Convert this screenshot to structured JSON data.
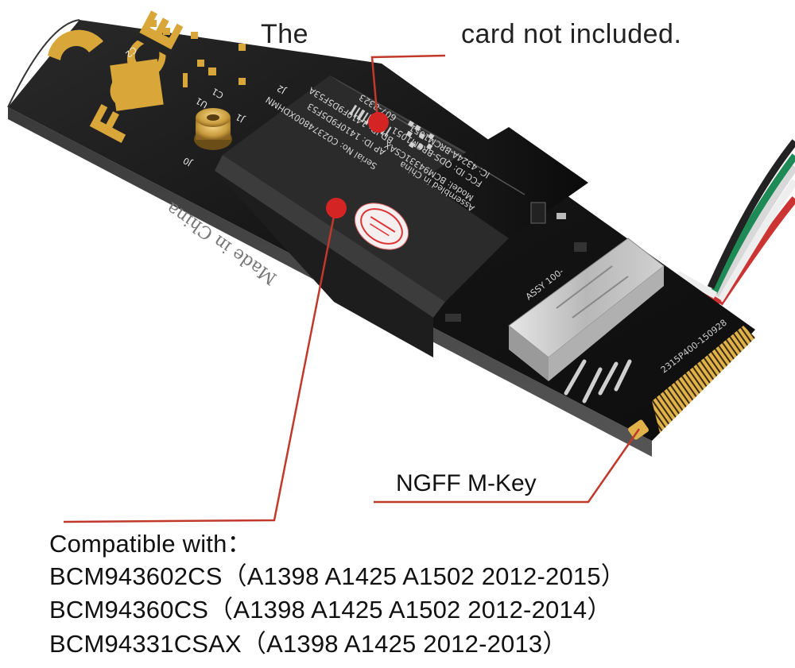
{
  "callouts": {
    "the": "The",
    "card_not_included": "card not included.",
    "ngff": "NGFF M-Key"
  },
  "compatibility": {
    "heading": "Compatible with：",
    "models": [
      "BCM943602CS（A1398 A1425 A1502 2012-2015）",
      "BCM94360CS（A1398 A1425 A1502 2012-2014）",
      "BCM94331CSAX（A1398 A1425 2012-2013）"
    ]
  },
  "board_print": {
    "made_in": "Made in China",
    "fcc_logo": "FCCE",
    "card_model": "Model: BCM94331CSAX",
    "assembled": "Assembled in China",
    "fcc_id": "FCC ID: QDS-BRCM1051",
    "ic": "IC: 4324A-BRCM1051",
    "serial": "Serial No: C02374800XDHMN",
    "airport_id": "AP ID: 1410F9D5F53",
    "bd_id": "BD ID: 1410F9D5F53A",
    "part": "607-8323",
    "assy": "ASSY 100-",
    "pcb_code": "2315P400-150928",
    "label_c2": "C2",
    "label_j2": "J2",
    "label_j1": "J1",
    "label_c1": "C1",
    "label_u1": "U1",
    "label_j0": "J0"
  },
  "colors": {
    "callout_line": "#c0392b",
    "callout_dot": "#d42424",
    "pcb_black": "#1a1a1a",
    "gold": "#d9a63a"
  }
}
